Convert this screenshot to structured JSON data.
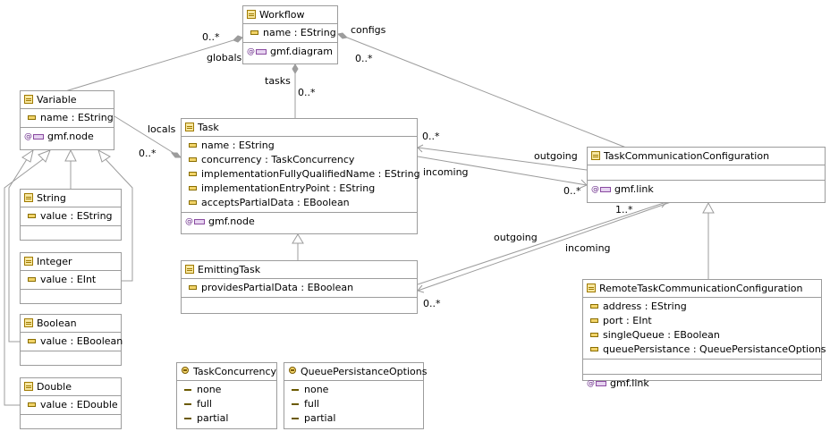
{
  "classes": {
    "workflow": {
      "name": "Workflow",
      "attrs": [
        "name : EString"
      ],
      "annotation": "gmf.diagram"
    },
    "variable": {
      "name": "Variable",
      "attrs": [
        "name : EString"
      ],
      "annotation": "gmf.node"
    },
    "task": {
      "name": "Task",
      "attrs": [
        "name : EString",
        "concurrency : TaskConcurrency",
        "implementationFullyQualifiedName : EString",
        "implementationEntryPoint : EString",
        "acceptsPartialData : EBoolean"
      ],
      "annotation": "gmf.node"
    },
    "emitting_task": {
      "name": "EmittingTask",
      "attrs": [
        "providesPartialData : EBoolean"
      ]
    },
    "string": {
      "name": "String",
      "attrs": [
        "value : EString"
      ]
    },
    "integer": {
      "name": "Integer",
      "attrs": [
        "value : EInt"
      ]
    },
    "boolean": {
      "name": "Boolean",
      "attrs": [
        "value : EBoolean"
      ]
    },
    "double": {
      "name": "Double",
      "attrs": [
        "value : EDouble"
      ]
    },
    "tcc": {
      "name": "TaskCommunicationConfiguration",
      "attrs": [],
      "annotation": "gmf.link"
    },
    "rtcc": {
      "name": "RemoteTaskCommunicationConfiguration",
      "attrs": [
        "address : EString",
        "port : EInt",
        "singleQueue : EBoolean",
        "queuePersistance : QueuePersistanceOptions"
      ],
      "annotation": "gmf.link"
    }
  },
  "enums": {
    "task_concurrency": {
      "name": "TaskConcurrency",
      "literals": [
        "none",
        "full",
        "partial"
      ]
    },
    "queue_persistance": {
      "name": "QueuePersistanceOptions",
      "literals": [
        "none",
        "full",
        "partial"
      ]
    }
  },
  "labels": {
    "globals": "globals",
    "globals_mult": "0..*",
    "configs": "configs",
    "configs_mult": "0..*",
    "tasks": "tasks",
    "tasks_mult": "0..*",
    "locals": "locals",
    "locals_mult": "0..*",
    "outgoing_top": "outgoing",
    "incoming_top": "incoming",
    "task_in_mult": "0..*",
    "tcc_in_mult": "0..*",
    "outgoing_bottom": "outgoing",
    "incoming_bottom": "incoming",
    "tcc_out_mult": "1..*",
    "emit_out_mult": "0..*"
  },
  "colors": {
    "edge": "#9c9c9c",
    "border": "#9c9c9c",
    "attribute_icon": "#f2d46a",
    "class_icon": "#f7e7a0",
    "annotation_icon": "#e6d3f0"
  },
  "icons": {
    "class": "eclass-icon",
    "enum": "eenum-icon",
    "attribute": "eattribute-icon",
    "literal": "eliteral-icon",
    "annotation": "eannotation-icon"
  }
}
